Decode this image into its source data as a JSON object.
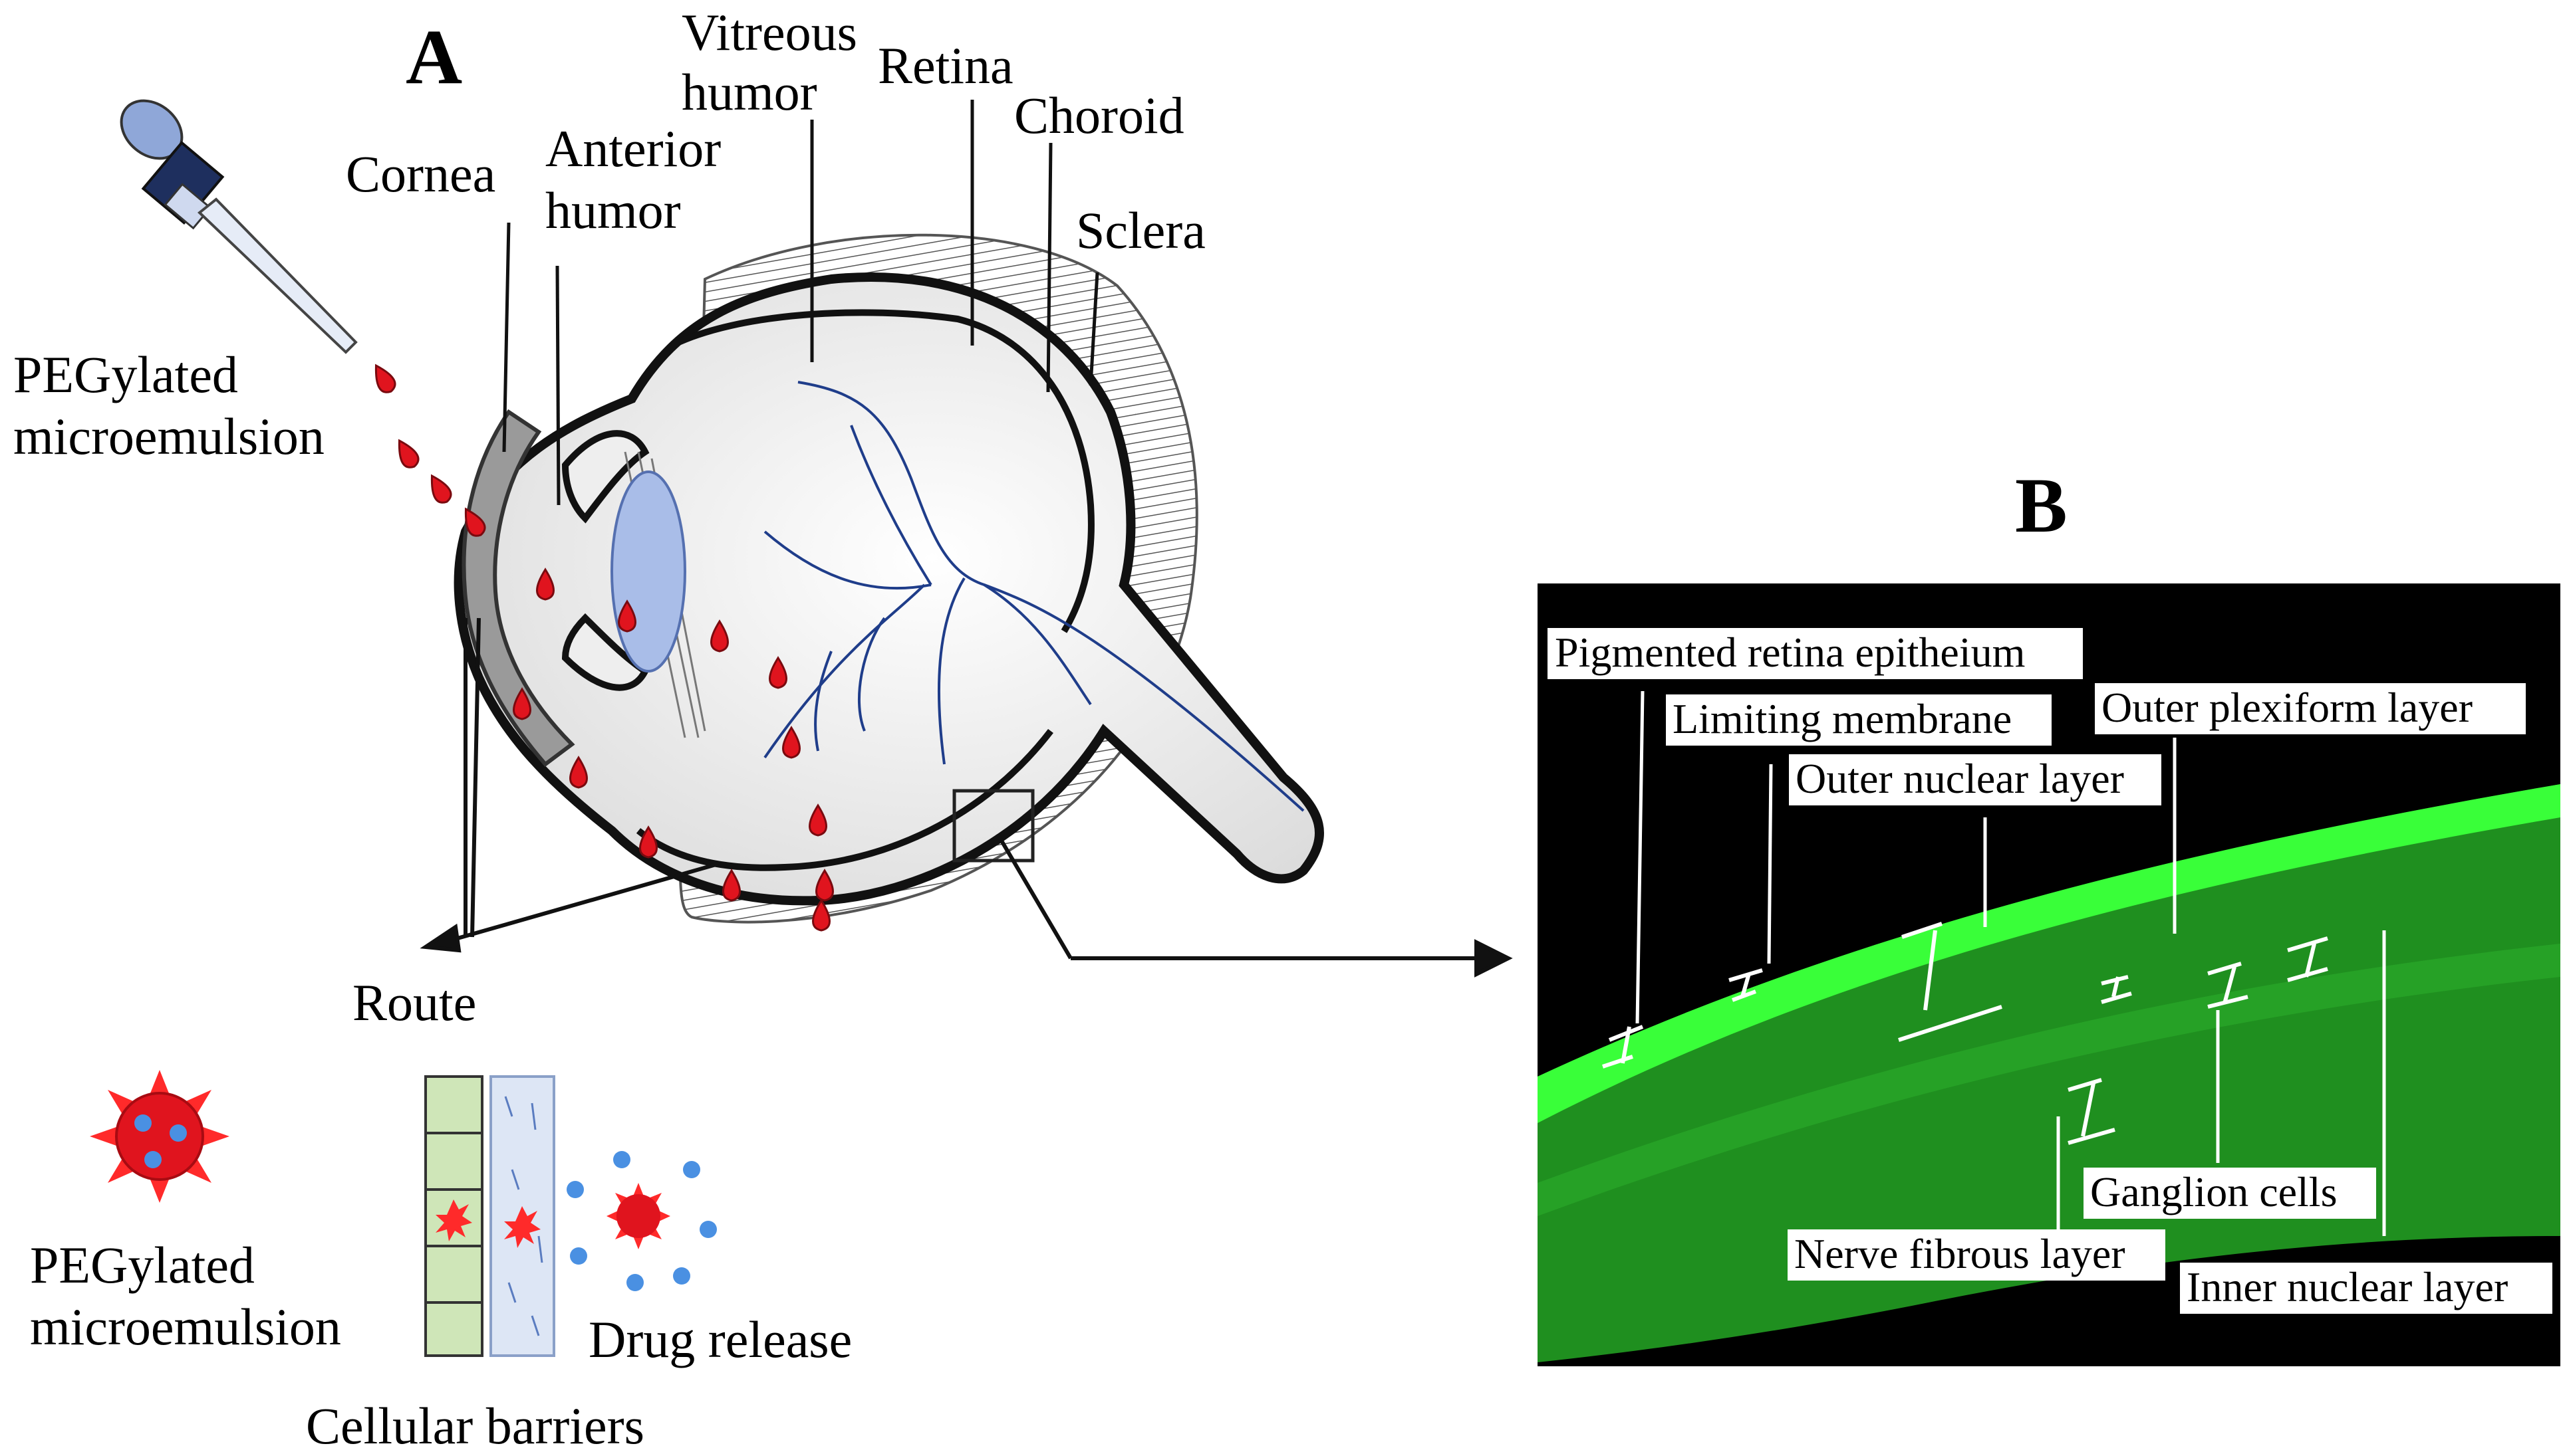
{
  "panel_a": {
    "letter": "A",
    "labels": {
      "vitreous_line1": "Vitreous",
      "vitreous_line2": "humor",
      "retina": "Retina",
      "choroid": "Choroid",
      "sclera": "Sclera",
      "cornea": "Cornea",
      "anterior_line1": "Anterior",
      "anterior_line2": "humor",
      "pegylated_line1": "PEGylated",
      "pegylated_line2": "microemulsion",
      "route": "Route",
      "pegylated2_line1": "PEGylated",
      "pegylated2_line2": "microemulsion",
      "drug_release": "Drug release",
      "cellular_barriers": "Cellular barriers"
    }
  },
  "panel_b": {
    "letter": "B",
    "labels": {
      "pigmented": "Pigmented retina epitheium",
      "limiting": "Limiting membrane",
      "outer_plexiform": "Outer plexiform layer",
      "outer_nuclear": "Outer nuclear layer",
      "ganglion": "Ganglion cells",
      "nerve_fibrous": "Nerve fibrous layer",
      "inner_nuclear": "Inner nuclear layer"
    }
  },
  "colors": {
    "droplet": "#e0141e",
    "vessel": "#1f3d8a",
    "lens": "#a9bde8",
    "retina_green": "#2be02b",
    "cell_green": "#cfe6b8",
    "blue_dot": "#4a90e2"
  }
}
